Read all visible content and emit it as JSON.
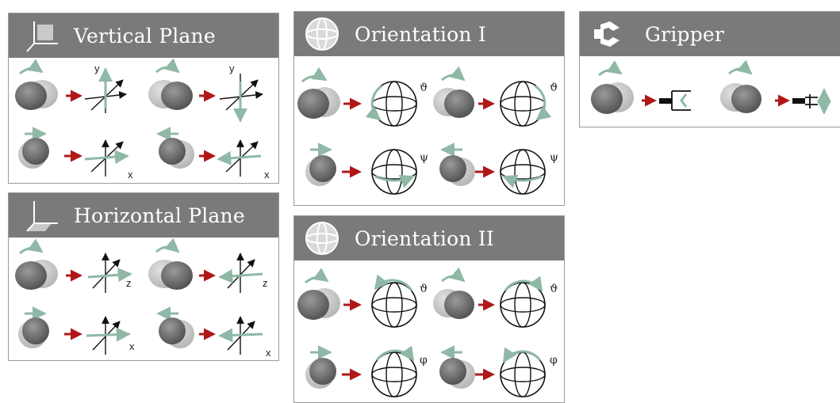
{
  "panels": {
    "vertical_plane": {
      "title": "Vertical Plane",
      "axis_y": "y",
      "axis_x": "x"
    },
    "horizontal_plane": {
      "title": "Horizontal Plane",
      "axis_z": "z",
      "axis_x": "x"
    },
    "orientation_1": {
      "title": "Orientation I",
      "angle_1": "ϑ",
      "angle_2": "ψ"
    },
    "orientation_2": {
      "title": "Orientation II",
      "angle_1": "ϑ",
      "angle_2": "φ"
    },
    "gripper": {
      "title": "Gripper"
    }
  },
  "colors": {
    "header": "#7a7a7a",
    "motion_arrow": "#8fb8a6",
    "mapping_arrow": "#b01818",
    "head_dark": "#6b6b6b",
    "head_light": "#c4c4c4"
  },
  "icons": {
    "vertical_plane": "3d-axes-vertical-plane-icon",
    "horizontal_plane": "3d-axes-horizontal-plane-icon",
    "orientation": "sphere-icon",
    "gripper": "gripper-claw-icon",
    "head": "head-icon",
    "map_arrow": "red-arrow-icon"
  }
}
